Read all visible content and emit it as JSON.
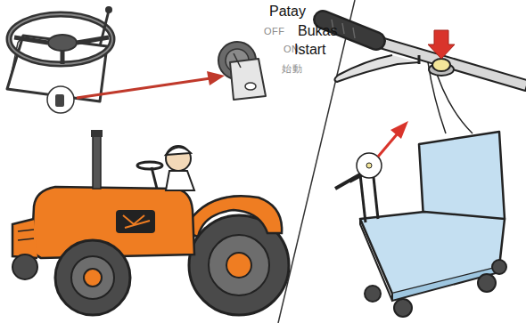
{
  "diagram": {
    "labels": [
      "Patay",
      "OFF",
      "Bukas",
      "ON",
      "Istart",
      "始動"
    ]
  }
}
